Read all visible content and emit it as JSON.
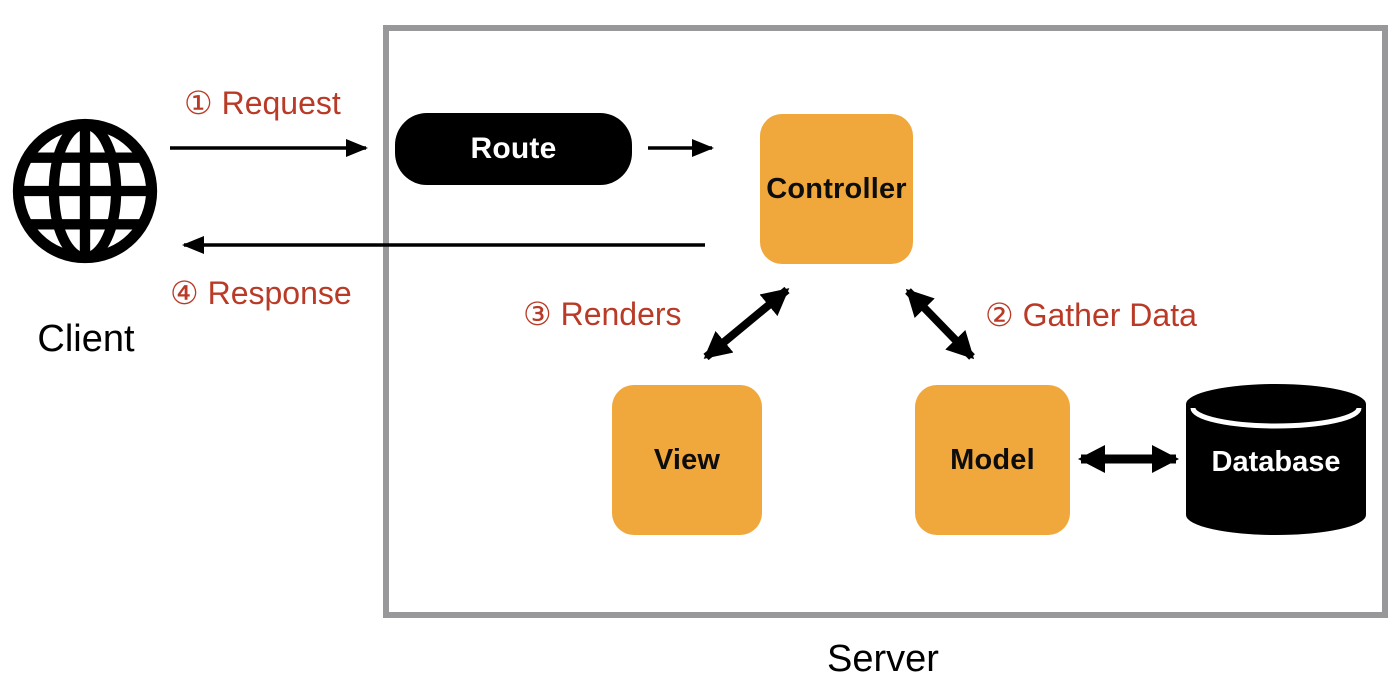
{
  "diagram": {
    "title_hint": "MVC request flow diagram",
    "client": {
      "label": "Client",
      "icon": "globe-icon"
    },
    "server": {
      "label": "Server"
    },
    "nodes": {
      "route": {
        "label": "Route"
      },
      "controller": {
        "label": "Controller"
      },
      "view": {
        "label": "View"
      },
      "model": {
        "label": "Model"
      },
      "database": {
        "label": "Database",
        "icon": "database-cylinder-icon"
      }
    },
    "flows": {
      "request": {
        "label": "① Request"
      },
      "gather": {
        "label": "② Gather Data"
      },
      "renders": {
        "label": "③ Renders"
      },
      "response": {
        "label": "④ Response"
      }
    },
    "colors": {
      "node_orange": "#f0a73c",
      "node_black": "#000000",
      "flow_label_red": "#b93a26",
      "server_border_gray": "#98989a",
      "background": "#ffffff"
    }
  }
}
